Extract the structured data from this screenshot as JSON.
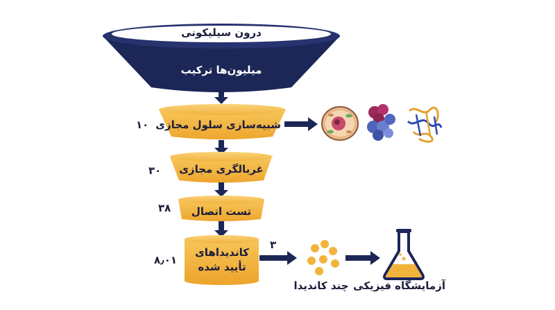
{
  "funnel_top": {
    "title": "درون سیلیکونی",
    "subtitle": "میلیون‌ها ترکیب"
  },
  "stages": [
    {
      "label": "شبیه‌سازی سلول مجازی",
      "count": "۱۰"
    },
    {
      "label": "غربالگری مجازی",
      "count": "۳۰"
    },
    {
      "label": "تست اتصال",
      "count": "۳۸"
    },
    {
      "label_line1": "کاندیداهای",
      "label_line2": "تأیید شده",
      "count": "۸٫۰۱"
    }
  ],
  "outputs": {
    "count_to_candidates": "۳",
    "candidates_label": "چند کاندیدا",
    "lab_label": "آزمایشگاه فیزیکی"
  },
  "colors": {
    "navy": "#1c2657",
    "orange": "#f2b33d",
    "orange_light": "#f7c65a",
    "arrow": "#1c2657"
  }
}
